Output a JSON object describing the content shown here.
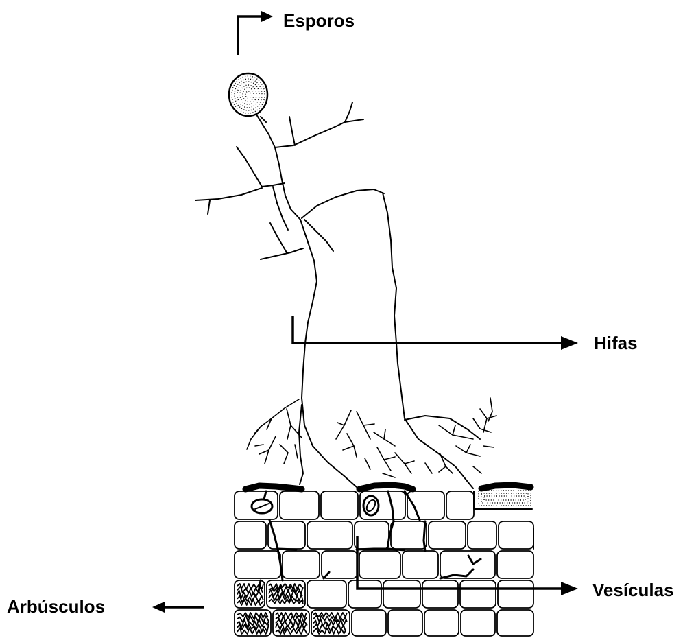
{
  "labels": {
    "spores": "Esporos",
    "hyphae": "Hifas",
    "vesicles": "Vesículas",
    "arbuscules": "Arbúsculos"
  },
  "colors": {
    "ink": "#000000",
    "background": "#ffffff"
  }
}
